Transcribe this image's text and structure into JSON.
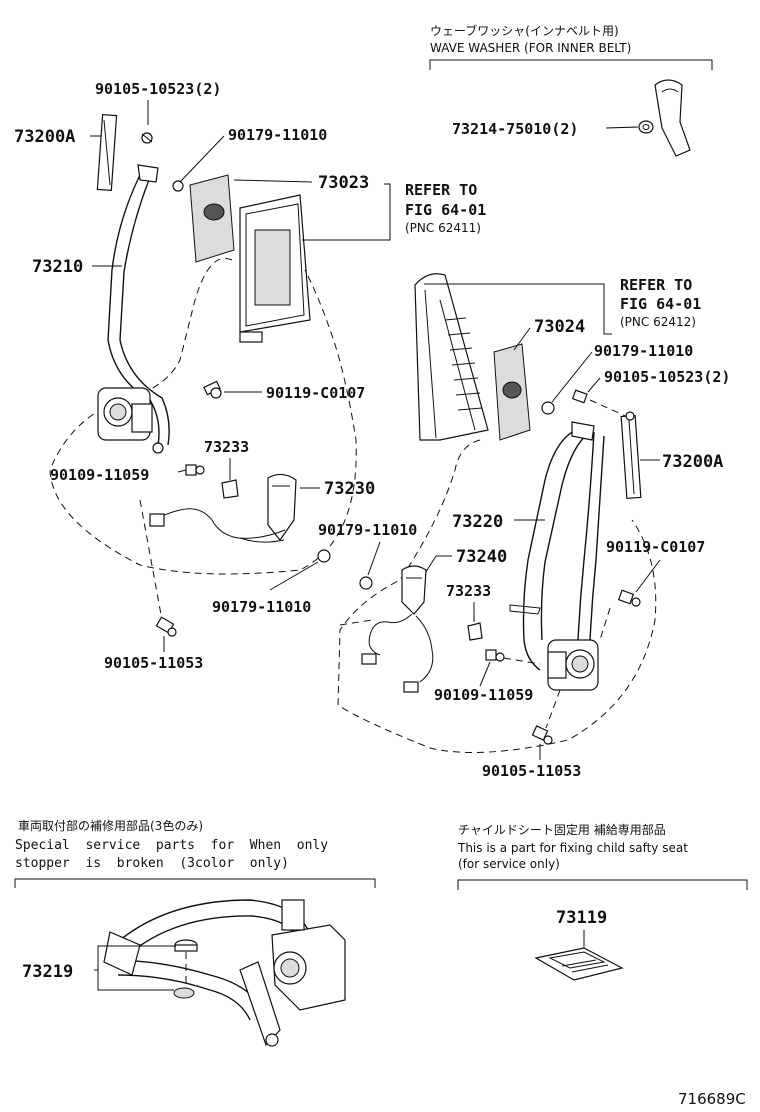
{
  "diagram_id": "716689C",
  "top_right_note": {
    "jp": "ウェーブワッシャ(インナベルト用)",
    "en": "WAVE WASHER (FOR INNER BELT)"
  },
  "part_numbers": {
    "p90105_10523_left": "90105-10523(2)",
    "p73200A_left": "73200A",
    "p90179_11010_a": "90179-11010",
    "p73023": "73023",
    "p73210": "73210",
    "p90119_C0107_left": "90119-C0107",
    "p73233_left": "73233",
    "p90109_11059_left": "90109-11059",
    "p73230": "73230",
    "p90179_11010_b": "90179-11010",
    "p90105_11053_left": "90105-11053",
    "p73214_75010": "73214-75010(2)",
    "p73024": "73024",
    "p90179_11010_c": "90179-11010",
    "p90105_10523_right": "90105-10523(2)",
    "p73200A_right": "73200A",
    "p73220": "73220",
    "p90119_C0107_right": "90119-C0107",
    "p90179_11010_d": "90179-11010",
    "p73240": "73240",
    "p73233_right": "73233",
    "p90109_11059_right": "90109-11059",
    "p90105_11053_right": "90105-11053",
    "p73219": "73219",
    "p73119": "73119"
  },
  "refer_a": {
    "line1": "REFER TO",
    "line2": "FIG 64-01",
    "line3": "(PNC 62411)"
  },
  "refer_b": {
    "line1": "REFER TO",
    "line2": "FIG 64-01",
    "line3": "(PNC 62412)"
  },
  "bottom_left_note": {
    "jp": "車両取付部の補修用部品(3色のみ)",
    "en1": "Special  service  parts  for  When  only",
    "en2": "stopper  is  broken  (3color  only)"
  },
  "bottom_right_note": {
    "jp": "チャイルドシート固定用 補給専用部品",
    "en1": "This is a part for fixing child safty seat",
    "en2": "(for service only)"
  }
}
